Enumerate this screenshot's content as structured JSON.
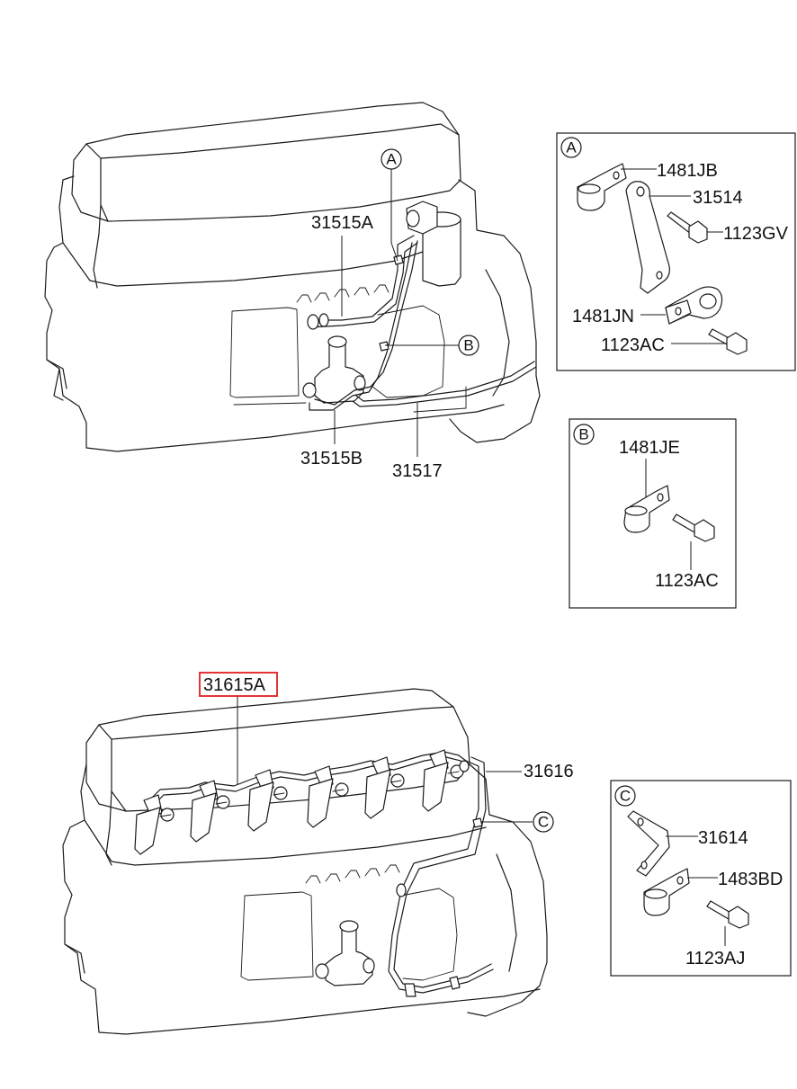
{
  "top_diagram": {
    "callout_a": "A",
    "callout_b": "B",
    "labels": {
      "p31515A": "31515A",
      "p31515B": "31515B",
      "p31517": "31517"
    }
  },
  "detail_a": {
    "letter": "A",
    "labels": {
      "p1481JB": "1481JB",
      "p31514": "31514",
      "p1123GV": "1123GV",
      "p1481JN": "1481JN",
      "p1123AC": "1123AC"
    }
  },
  "detail_b": {
    "letter": "B",
    "labels": {
      "p1481JE": "1481JE",
      "p1123AC": "1123AC"
    }
  },
  "bottom_diagram": {
    "callout_c": "C",
    "labels": {
      "p31615A": "31615A",
      "p31616": "31616"
    },
    "highlighted_part": "31615A",
    "highlight_color": "#e02020"
  },
  "detail_c": {
    "letter": "C",
    "labels": {
      "p31614": "31614",
      "p1483BD": "1483BD",
      "p1123AJ": "1123AJ"
    }
  }
}
